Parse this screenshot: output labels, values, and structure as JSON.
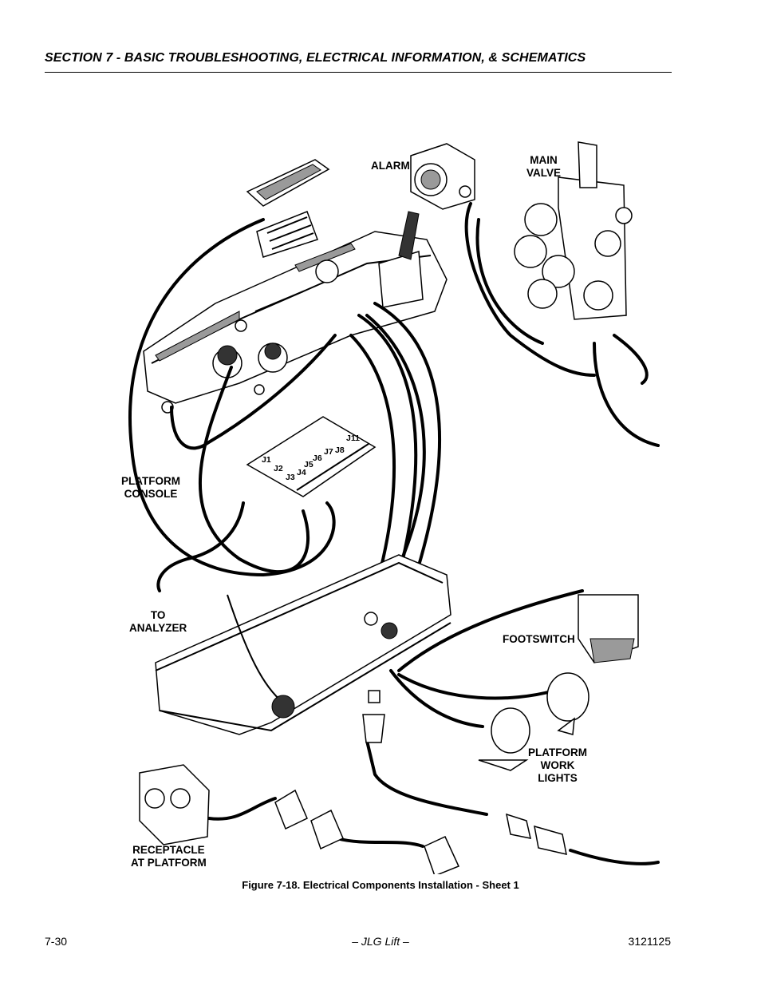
{
  "header": {
    "title": "SECTION 7 - BASIC TROUBLESHOOTING, ELECTRICAL INFORMATION, & SCHEMATICS"
  },
  "figure": {
    "labels": {
      "alarm": "ALARM",
      "main_valve": "MAIN\nVALVE",
      "platform_console": "PLATFORM\nCONSOLE",
      "to_analyzer": "TO\nANALYZER",
      "footswitch": "FOOTSWITCH",
      "platform_work_lights": "PLATFORM\nWORK\nLIGHTS",
      "receptacle": "RECEPTACLE\nAT PLATFORM"
    },
    "connectors": {
      "j1": "J1",
      "j2": "J2",
      "j3": "J3",
      "j4": "J4",
      "j5": "J5",
      "j6": "J6",
      "j7": "J7",
      "j8": "J8",
      "j11": "J11"
    },
    "caption": "Figure 7-18.  Electrical Components Installation - Sheet 1"
  },
  "footer": {
    "page": "7-30",
    "brand": "– JLG Lift –",
    "doc_number": "3121125"
  }
}
